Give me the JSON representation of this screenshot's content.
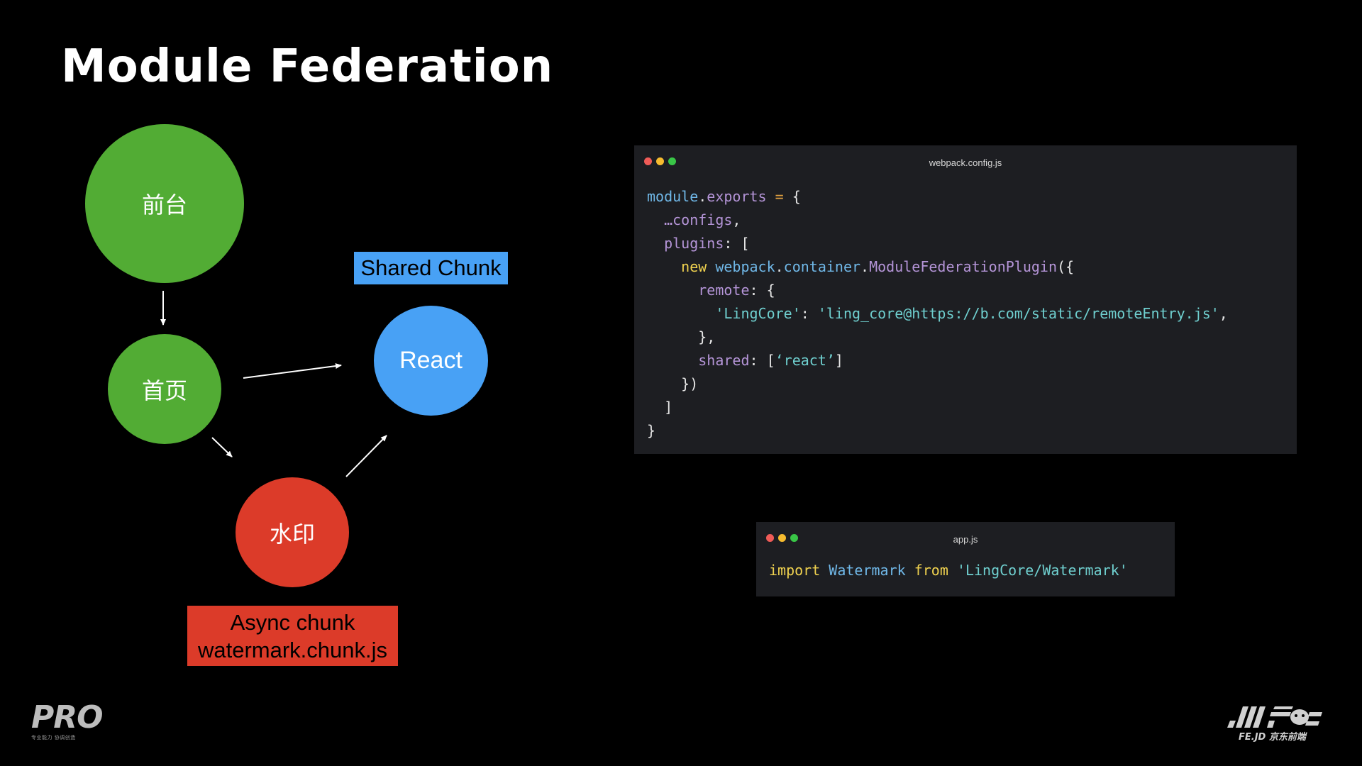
{
  "title": "Module Federation",
  "diagram": {
    "nodes": {
      "frontdesk": "前台",
      "home": "首页",
      "watermark": "水印",
      "react": "React"
    },
    "tags": {
      "shared": "Shared Chunk",
      "async_line1": "Async chunk",
      "async_line2": "watermark.chunk.js"
    },
    "colors": {
      "green": "#52ac34",
      "red": "#dc3b29",
      "blue": "#48a1f5"
    }
  },
  "code_windows": {
    "webpack": {
      "filename": "webpack.config.js",
      "lines": [
        [
          {
            "t": "module",
            "c": "id"
          },
          {
            "t": ".",
            "c": "punc"
          },
          {
            "t": "exports",
            "c": "prop"
          },
          {
            "t": " = ",
            "c": "op"
          },
          {
            "t": "{",
            "c": "punc"
          }
        ],
        [
          {
            "t": "  …configs",
            "c": "prop"
          },
          {
            "t": ",",
            "c": "punc"
          }
        ],
        [
          {
            "t": "  plugins",
            "c": "prop"
          },
          {
            "t": ": [",
            "c": "punc"
          }
        ],
        [
          {
            "t": "    new ",
            "c": "kw"
          },
          {
            "t": "webpack",
            "c": "id"
          },
          {
            "t": ".",
            "c": "punc"
          },
          {
            "t": "container",
            "c": "id"
          },
          {
            "t": ".",
            "c": "punc"
          },
          {
            "t": "ModuleFederationPlugin",
            "c": "prop"
          },
          {
            "t": "({",
            "c": "punc"
          }
        ],
        [
          {
            "t": "      remote",
            "c": "prop"
          },
          {
            "t": ": {",
            "c": "punc"
          }
        ],
        [
          {
            "t": "        'LingCore'",
            "c": "str"
          },
          {
            "t": ": ",
            "c": "punc"
          },
          {
            "t": "'ling_core@https://b.com/static/remoteEntry.js'",
            "c": "str"
          },
          {
            "t": ",",
            "c": "punc"
          }
        ],
        [
          {
            "t": "      },",
            "c": "punc"
          }
        ],
        [
          {
            "t": "      shared",
            "c": "prop"
          },
          {
            "t": ": [",
            "c": "punc"
          },
          {
            "t": "‘react’",
            "c": "str"
          },
          {
            "t": "]",
            "c": "punc"
          }
        ],
        [
          {
            "t": "    })",
            "c": "punc"
          }
        ],
        [
          {
            "t": "  ]",
            "c": "punc"
          }
        ],
        [
          {
            "t": "}",
            "c": "punc"
          }
        ]
      ]
    },
    "app": {
      "filename": "app.js",
      "lines": [
        [
          {
            "t": "import ",
            "c": "kw"
          },
          {
            "t": "Watermark ",
            "c": "id"
          },
          {
            "t": "from ",
            "c": "kw"
          },
          {
            "t": "'LingCore/Watermark'",
            "c": "str"
          }
        ]
      ]
    }
  },
  "logos": {
    "pro": {
      "text": "PRO",
      "subtitle": "专业能力 协调创造"
    },
    "fejd": {
      "subtitle": "FE.JD 京东前端"
    }
  }
}
